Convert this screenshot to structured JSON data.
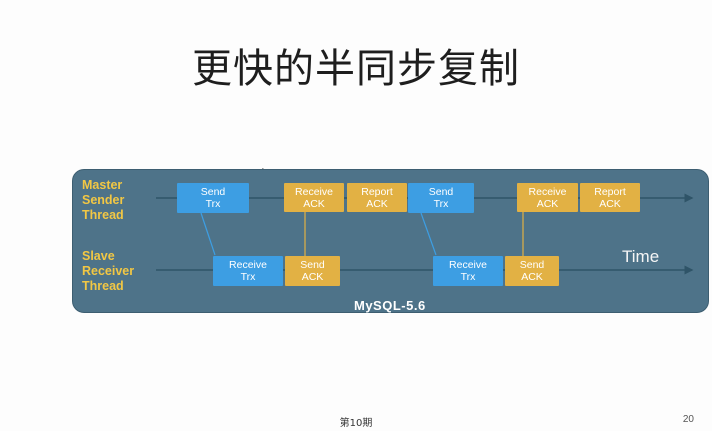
{
  "slide": {
    "title": "更快的半同步复制",
    "footer": "第10期",
    "page_number": "20"
  },
  "diagram": {
    "master_label": [
      "Master",
      "Sender",
      "Thread"
    ],
    "slave_label": [
      "Slave",
      "Receiver",
      "Thread"
    ],
    "time_label": "Time",
    "version_label": "MySQL-5.6",
    "boxes": {
      "m_send_1": [
        "Send",
        "Trx"
      ],
      "m_receive_ack_1": [
        "Receive",
        "ACK"
      ],
      "m_report_ack_1": [
        "Report",
        "ACK"
      ],
      "m_send_2": [
        "Send",
        "Trx"
      ],
      "m_receive_ack_2": [
        "Receive",
        "ACK"
      ],
      "m_report_ack_2": [
        "Report",
        "ACK"
      ],
      "s_receive_1": [
        "Receive",
        "Trx"
      ],
      "s_send_ack_1": [
        "Send",
        "ACK"
      ],
      "s_receive_2": [
        "Receive",
        "Trx"
      ],
      "s_send_ack_2": [
        "Send",
        "ACK"
      ]
    },
    "colors": {
      "panel": "#4e7389",
      "label": "#f2c744",
      "trx_box": "#3d9ee3",
      "ack_box": "#e2b144"
    }
  }
}
